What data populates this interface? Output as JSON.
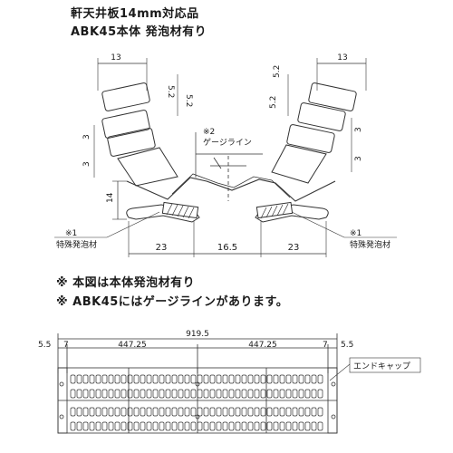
{
  "header": {
    "line1": "軒天井板14mm対応品",
    "line2": "ABK45本体 発泡材有り"
  },
  "section": {
    "dims": {
      "slot_width": "13",
      "slot_height": "5.2",
      "gap_a": "3",
      "height_14": "14",
      "span_left": "23",
      "span_center": "16.5",
      "span_right": "23"
    },
    "labels": {
      "note2_mark": "※2",
      "gauge_line": "ゲージライン",
      "note1_mark": "※1",
      "special_foam": "特殊発泡材"
    }
  },
  "notes": {
    "note1": "※ 本図は本体発泡材有り",
    "note2": "※ ABK45にはゲージラインがあります。"
  },
  "plan": {
    "total": "919.5",
    "edge": "5.5",
    "inset": "7",
    "half": "447.25",
    "end_cap": "エンドキャップ"
  }
}
